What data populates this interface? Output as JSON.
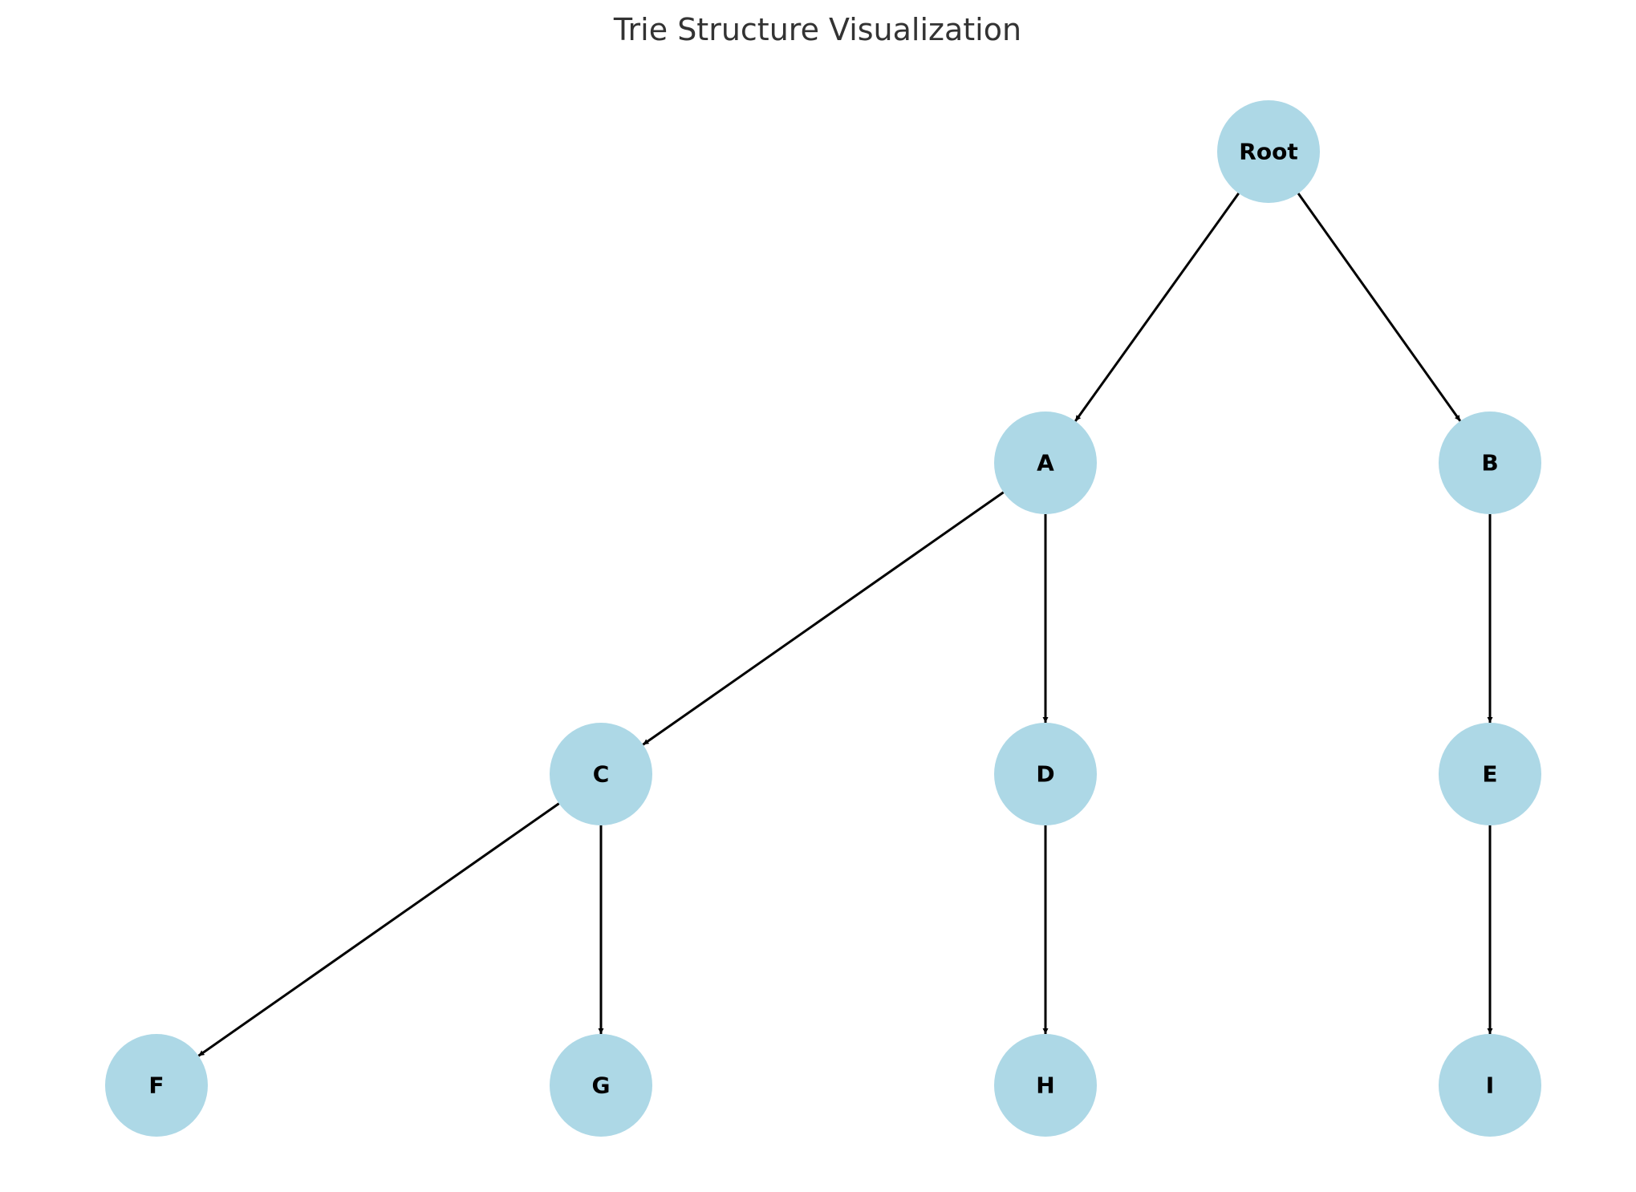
{
  "title": "Trie Structure Visualization",
  "colors": {
    "node_fill": "#add8e6",
    "edge": "#000000",
    "title_text": "#333333",
    "label_text": "#000000"
  },
  "nodes": [
    {
      "id": "root",
      "label": "Root"
    },
    {
      "id": "a",
      "label": "A"
    },
    {
      "id": "b",
      "label": "B"
    },
    {
      "id": "c",
      "label": "C"
    },
    {
      "id": "d",
      "label": "D"
    },
    {
      "id": "e",
      "label": "E"
    },
    {
      "id": "f",
      "label": "F"
    },
    {
      "id": "g",
      "label": "G"
    },
    {
      "id": "h",
      "label": "H"
    },
    {
      "id": "i",
      "label": "I"
    }
  ],
  "edges": [
    {
      "from": "root",
      "to": "a"
    },
    {
      "from": "root",
      "to": "b"
    },
    {
      "from": "a",
      "to": "c"
    },
    {
      "from": "a",
      "to": "d"
    },
    {
      "from": "b",
      "to": "e"
    },
    {
      "from": "c",
      "to": "f"
    },
    {
      "from": "c",
      "to": "g"
    },
    {
      "from": "d",
      "to": "h"
    },
    {
      "from": "e",
      "to": "i"
    }
  ]
}
